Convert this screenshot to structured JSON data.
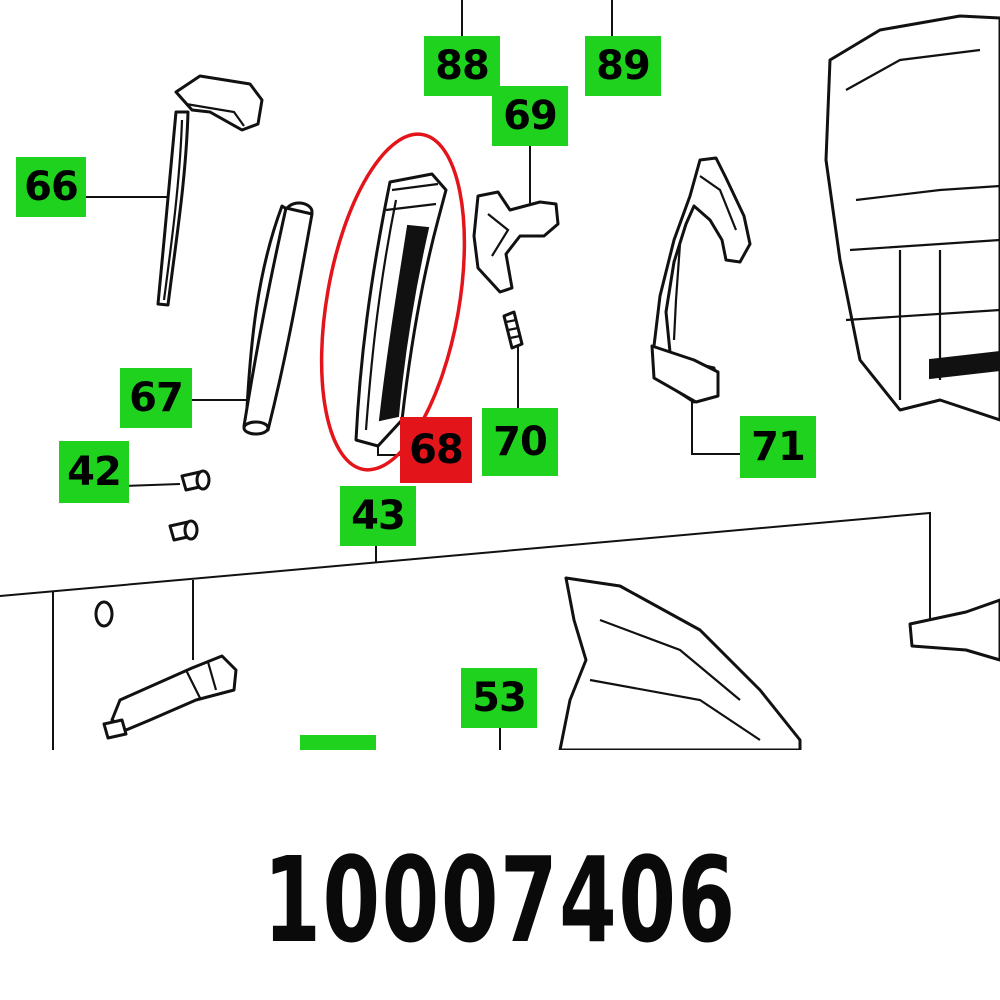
{
  "callouts": [
    {
      "id": "66",
      "label": "66",
      "highlight": false
    },
    {
      "id": "67",
      "label": "67",
      "highlight": false
    },
    {
      "id": "42",
      "label": "42",
      "highlight": false
    },
    {
      "id": "43",
      "label": "43",
      "highlight": false
    },
    {
      "id": "88",
      "label": "88",
      "highlight": false
    },
    {
      "id": "89",
      "label": "89",
      "highlight": false
    },
    {
      "id": "69",
      "label": "69",
      "highlight": false
    },
    {
      "id": "68",
      "label": "68",
      "highlight": true
    },
    {
      "id": "70",
      "label": "70",
      "highlight": false
    },
    {
      "id": "71",
      "label": "71",
      "highlight": false
    },
    {
      "id": "53",
      "label": "53",
      "highlight": false
    },
    {
      "id": "44",
      "label": "",
      "highlight": false
    }
  ],
  "part_number": "10007406",
  "colors": {
    "callout_fill": "#1ed21e",
    "highlight_fill": "#e4141b",
    "highlight_ring": "#e4141b",
    "line": "#111111",
    "background": "#ffffff"
  }
}
